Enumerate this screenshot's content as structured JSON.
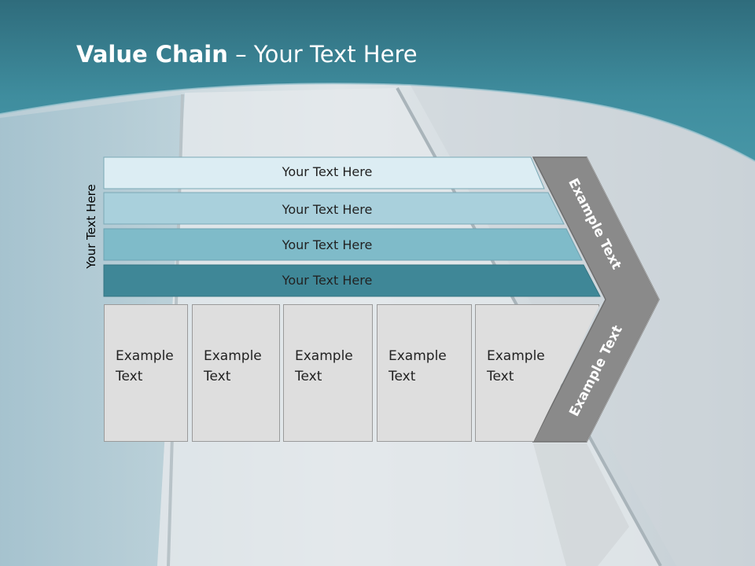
{
  "title": {
    "bold": "Value Chain",
    "rest": " – Your Text Here"
  },
  "vertical_label": "Your Text Here",
  "bars": [
    {
      "label": "Your Text Here",
      "color": "#dcedf3"
    },
    {
      "label": "Your Text Here",
      "color": "#a9d0dc"
    },
    {
      "label": "Your Text Here",
      "color": "#7fbbc9"
    },
    {
      "label": "Your Text Here",
      "color": "#3f8797"
    }
  ],
  "boxes": [
    {
      "line1": "Example",
      "line2": "Text"
    },
    {
      "line1": "Example",
      "line2": "Text"
    },
    {
      "line1": "Example",
      "line2": "Text"
    },
    {
      "line1": "Example",
      "line2": "Text"
    },
    {
      "line1": "Example",
      "line2": "Text"
    }
  ],
  "chevron": {
    "upper": "Example Text",
    "lower": "Example Text",
    "color": "#8a8a8a"
  },
  "colors": {
    "header": "#3e8c9d",
    "header_dark": "#2f6f80"
  }
}
